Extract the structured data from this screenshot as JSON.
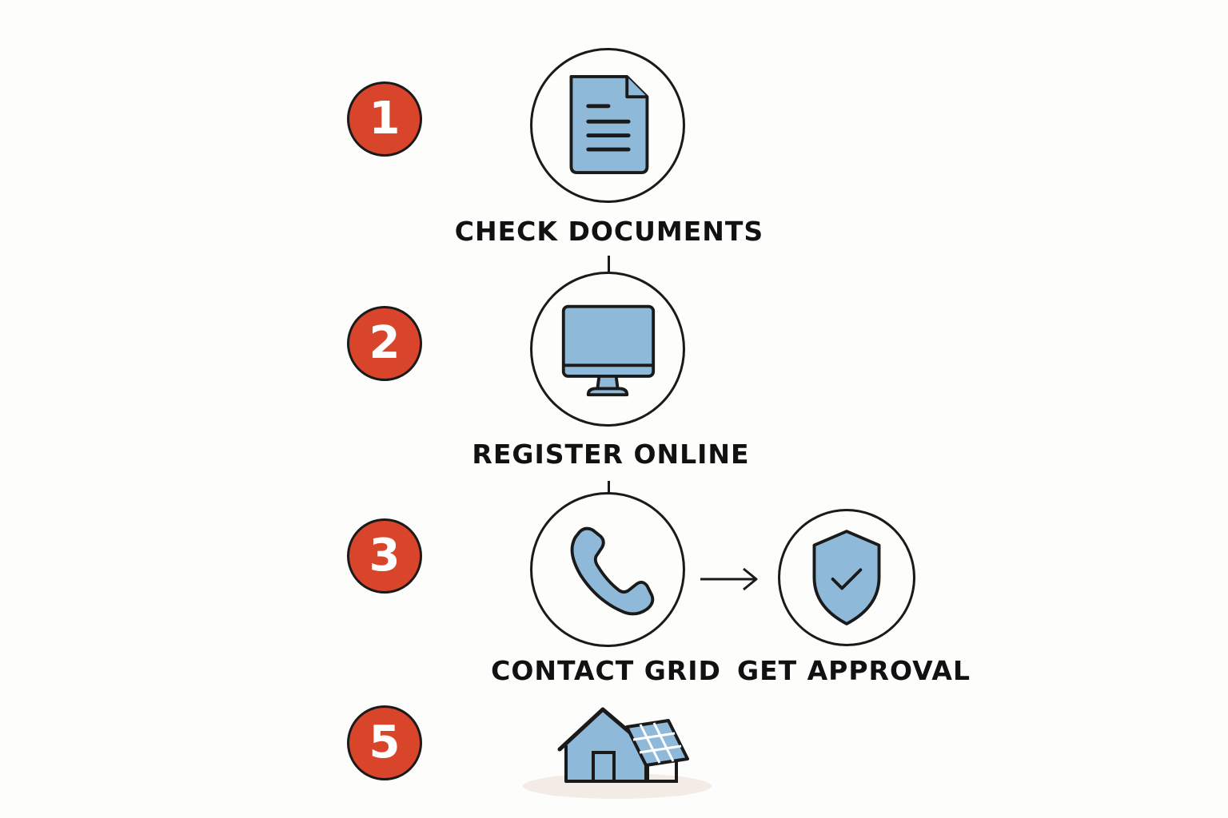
{
  "steps": [
    {
      "number": "1",
      "label": "CHECK DOCUMENTS",
      "icon": "document-icon"
    },
    {
      "number": "2",
      "label": "REGISTER ONLINE",
      "icon": "monitor-icon"
    },
    {
      "number": "3",
      "label": "CONTACT GRID",
      "icon": "phone-icon"
    },
    {
      "number": "",
      "label": "GET APPROVAL",
      "icon": "shield-check-icon"
    },
    {
      "number": "5",
      "label": "",
      "icon": "solar-house-icon"
    }
  ],
  "colors": {
    "badge": "#d9452a",
    "icon_fill": "#8fb9d9",
    "stroke": "#1a1a1a",
    "background": "#fdfdfb"
  }
}
